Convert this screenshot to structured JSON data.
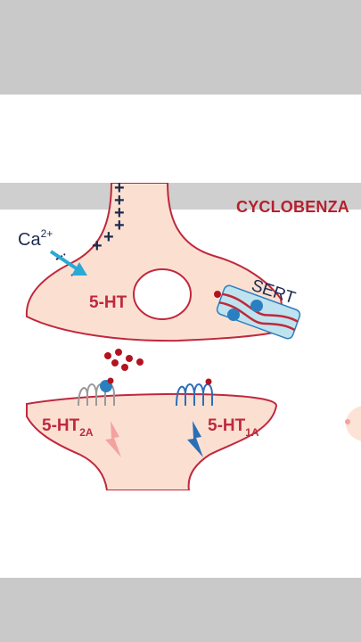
{
  "video": {
    "title": "CYCLOBENZA"
  },
  "diagram": {
    "calcium_label": "Ca",
    "calcium_charge": "2+",
    "neurotransmitter_label": "5-HT",
    "transporter_label": "SERT",
    "receptor_2a_base": "5-HT",
    "receptor_2a_sub": "2A",
    "receptor_1a_base": "5-HT",
    "receptor_1a_sub": "1A",
    "plus_sign": "+",
    "minus_sign": "−"
  },
  "colors": {
    "membrane": "#c0283d",
    "cytoplasm": "#fbe0d2",
    "serotonin": "#b3131f",
    "transporter_blue": "#2a7fc0",
    "arrow_cyan": "#2aa9d6",
    "receptor_1a": "#2b6fb6",
    "receptor_2a": "#9a9a9a",
    "bolt_2a": "#f4a29f"
  }
}
